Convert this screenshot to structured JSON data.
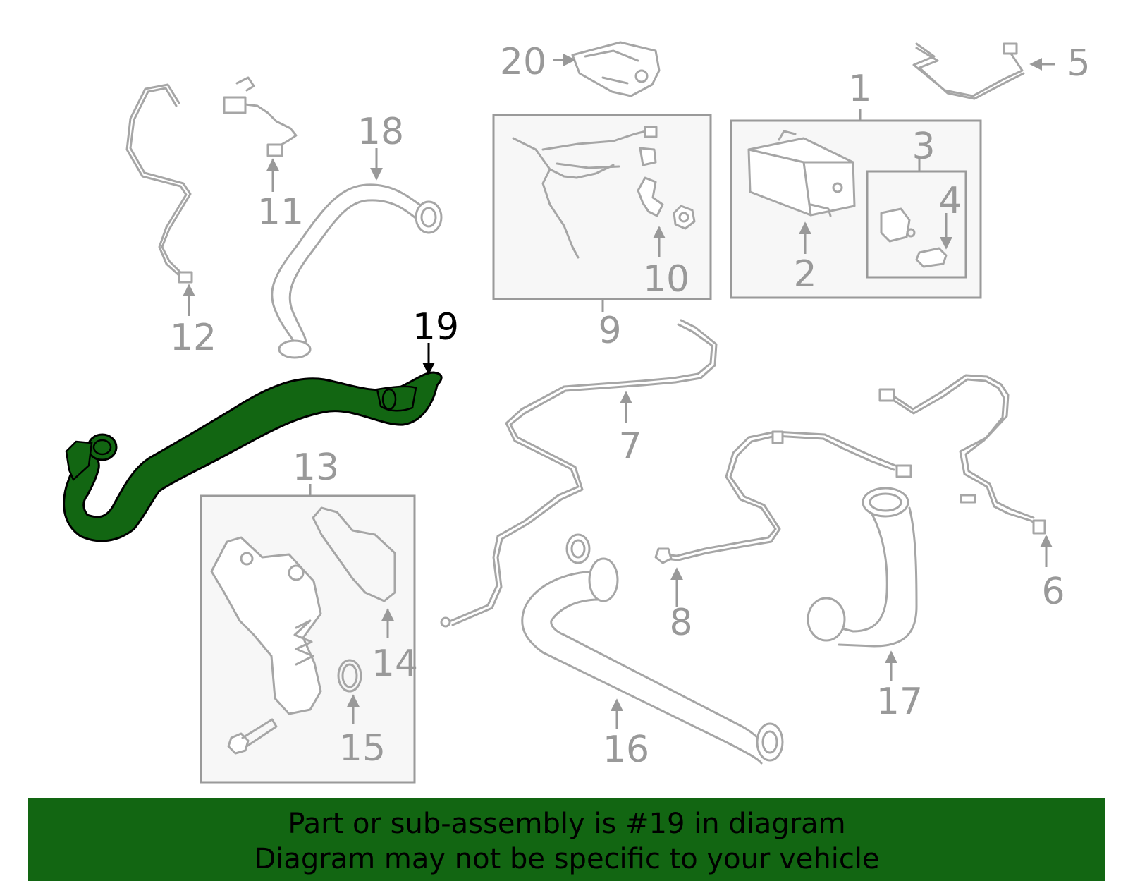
{
  "diagram": {
    "highlight_color": "#126612",
    "callouts": [
      {
        "id": "1",
        "label": "1"
      },
      {
        "id": "2",
        "label": "2"
      },
      {
        "id": "3",
        "label": "3"
      },
      {
        "id": "4",
        "label": "4"
      },
      {
        "id": "5",
        "label": "5"
      },
      {
        "id": "6",
        "label": "6"
      },
      {
        "id": "7",
        "label": "7"
      },
      {
        "id": "8",
        "label": "8"
      },
      {
        "id": "9",
        "label": "9"
      },
      {
        "id": "10",
        "label": "10"
      },
      {
        "id": "11",
        "label": "11"
      },
      {
        "id": "12",
        "label": "12"
      },
      {
        "id": "13",
        "label": "13"
      },
      {
        "id": "14",
        "label": "14"
      },
      {
        "id": "15",
        "label": "15"
      },
      {
        "id": "16",
        "label": "16"
      },
      {
        "id": "17",
        "label": "17"
      },
      {
        "id": "18",
        "label": "18"
      },
      {
        "id": "19",
        "label": "19",
        "highlighted": true
      },
      {
        "id": "20",
        "label": "20"
      }
    ]
  },
  "banner": {
    "line1": "Part or sub-assembly is #19 in diagram",
    "line2": "Diagram may not be specific to your vehicle",
    "background": "#126612"
  }
}
